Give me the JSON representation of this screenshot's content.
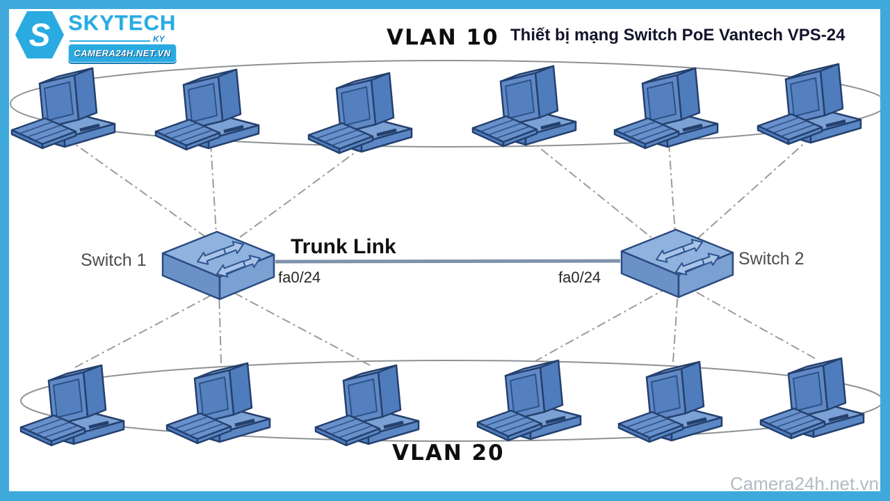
{
  "frame": {
    "border_color": "#3fa9dc",
    "background": "#ffffff"
  },
  "logo": {
    "monogram": "S",
    "brand": "SKYTECH",
    "suffix": "KY",
    "banner": "CAMERA24H.NET.VN",
    "primary_color": "#29abe2"
  },
  "header": {
    "title": "Thiết bị mạng Switch PoE Vantech VPS-24"
  },
  "diagram": {
    "vlan_top_label": "VLAN 10",
    "vlan_bottom_label": "VLAN 20",
    "trunk_label": "Trunk Link",
    "switch1_label": "Switch 1",
    "switch2_label": "Switch 2",
    "port_left": "fa0/24",
    "port_right": "fa0/24",
    "computers_in_vlan10": 6,
    "computers_in_vlan20": 6,
    "colors": {
      "device_fill": "#5b87c5",
      "device_outline": "#24406e",
      "switch_top_fill": "#8fb2de",
      "ellipse_stroke": "#8d9296",
      "dash_line": "#9b9b9b",
      "trunk_line": "#7e92a8"
    }
  },
  "watermark": {
    "text": "Camera24h.net.vn",
    "color": "#b3bac0"
  }
}
